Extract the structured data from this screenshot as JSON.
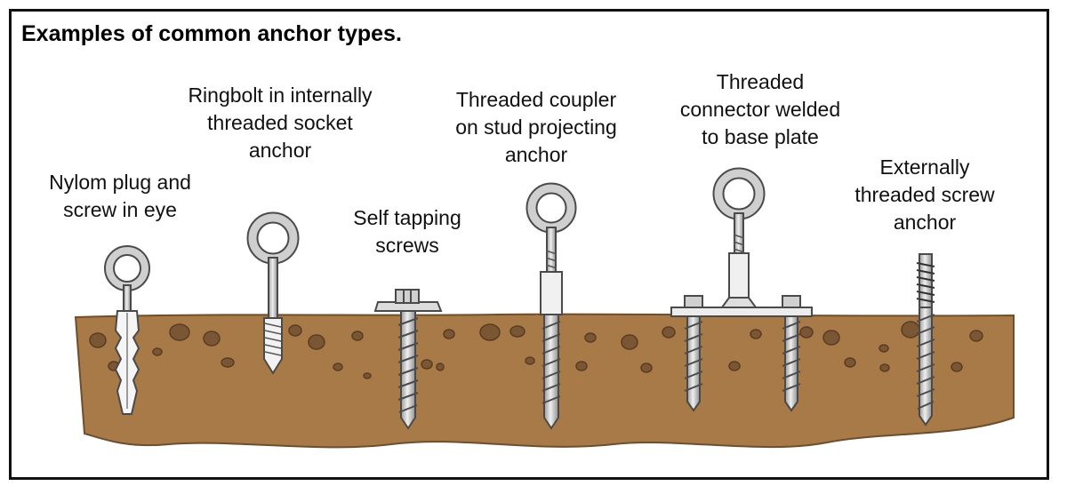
{
  "title": "Examples of common anchor types.",
  "colors": {
    "ground": "#a87a48",
    "ground_edge": "#6e4e2c",
    "pebble": "#7a5634",
    "metal": "#c9c9c9",
    "metal_edge": "#4a4a4a",
    "frame": "#111111"
  },
  "anchors": [
    {
      "id": "nylon-plug",
      "label_lines": [
        "Nylom plug and",
        "screw in eye"
      ]
    },
    {
      "id": "ringbolt",
      "label_lines": [
        "Ringbolt in internally",
        "threaded socket",
        "anchor"
      ]
    },
    {
      "id": "self-tapping",
      "label_lines": [
        "Self tapping",
        "screws"
      ]
    },
    {
      "id": "threaded-coupler",
      "label_lines": [
        "Threaded coupler",
        "on stud projecting",
        "anchor"
      ]
    },
    {
      "id": "base-plate",
      "label_lines": [
        "Threaded",
        "connector welded",
        "to base plate"
      ]
    },
    {
      "id": "external-screw",
      "label_lines": [
        "Externally",
        "threaded screw",
        "anchor"
      ]
    }
  ]
}
